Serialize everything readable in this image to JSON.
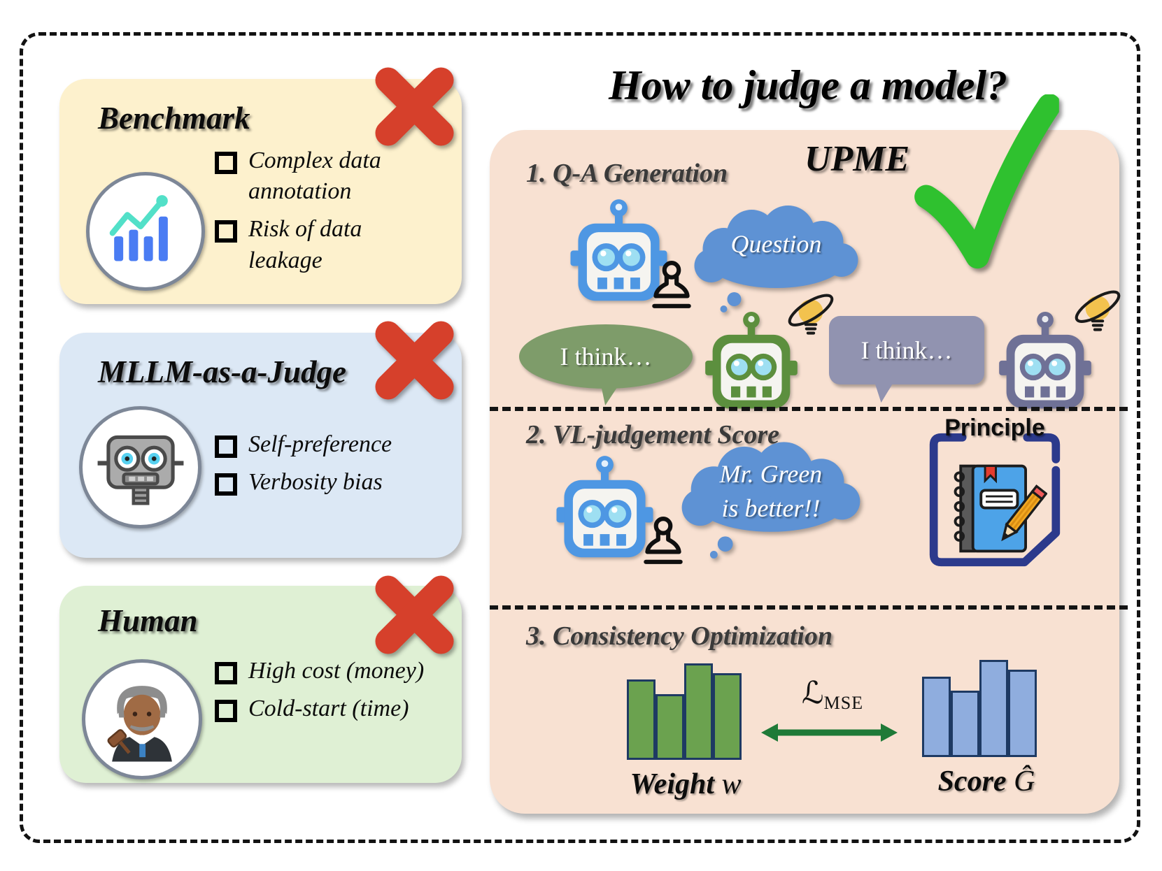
{
  "figure": {
    "question_title": "How to judge a model?",
    "method_label": "UPME"
  },
  "left_panels": [
    {
      "title": "Benchmark",
      "icon": "chart-icon",
      "verdict_icon": "cross-icon",
      "items": [
        "Complex data annotation",
        "Risk of data leakage"
      ]
    },
    {
      "title": "MLLM-as-a-Judge",
      "icon": "robot-icon",
      "verdict_icon": "cross-icon",
      "items": [
        "Self-preference",
        "Verbosity bias"
      ]
    },
    {
      "title": "Human",
      "icon": "judge-icon",
      "verdict_icon": "cross-icon",
      "items": [
        "High cost (money)",
        "Cold-start (time)"
      ]
    }
  ],
  "pipeline": {
    "verdict_icon": "check-icon",
    "sections": [
      {
        "heading": "1. Q-A Generation",
        "question_bubble": "Question",
        "answer_bubble_left": "I think…",
        "answer_bubble_right": "I think…"
      },
      {
        "heading": "2. VL-judgement Score",
        "judgement_bubble_line1": "Mr. Green",
        "judgement_bubble_line2": "is better!!",
        "principle_label": "Principle"
      },
      {
        "heading": "3. Consistency Optimization",
        "loss_symbol": "ℒ",
        "loss_subscript": "MSE",
        "weight_word": "Weight",
        "weight_var": "w",
        "score_word": "Score",
        "score_var": "Ĝ"
      }
    ]
  },
  "chart_data": [
    {
      "type": "bar",
      "title": "Weight w",
      "values": [
        0.83,
        0.68,
        1.0,
        0.9
      ],
      "bar_color": "#6ba24f",
      "border_color": "#1e3a63",
      "ylim": [
        0,
        1
      ],
      "grid": false
    },
    {
      "type": "bar",
      "title": "Score Ĝ",
      "values": [
        0.83,
        0.68,
        1.0,
        0.9
      ],
      "bar_color": "#8fadde",
      "border_color": "#1e3a63",
      "ylim": [
        0,
        1
      ],
      "grid": false
    }
  ],
  "colors": {
    "card_benchmark_bg": "#fdf1cd",
    "card_mllm_bg": "#dce8f5",
    "card_human_bg": "#dff0d4",
    "pipeline_panel_bg": "#f8e1d2",
    "cross_red": "#d6402b",
    "check_green": "#2fc12f",
    "robot_blue": "#4e97e3",
    "robot_green": "#5c8f3e",
    "robot_purple": "#6f7196",
    "cloud_blue": "#5e92d4",
    "oval_bubble_green": "#7e9c6a",
    "rect_bubble_gray": "#9193b0",
    "arrow_green": "#1f7a38",
    "principle_frame_navy": "#2c3a8c"
  },
  "icons": {
    "verdict_reject": "cross-icon",
    "verdict_accept": "check-icon",
    "benchmark": "chart-icon",
    "mllm_judge": "robot-icon",
    "human_judge": "judge-icon",
    "judge_stamp": "stamp-icon",
    "idea": "lightbulb-icon",
    "principle_book": "notebook-icon"
  }
}
